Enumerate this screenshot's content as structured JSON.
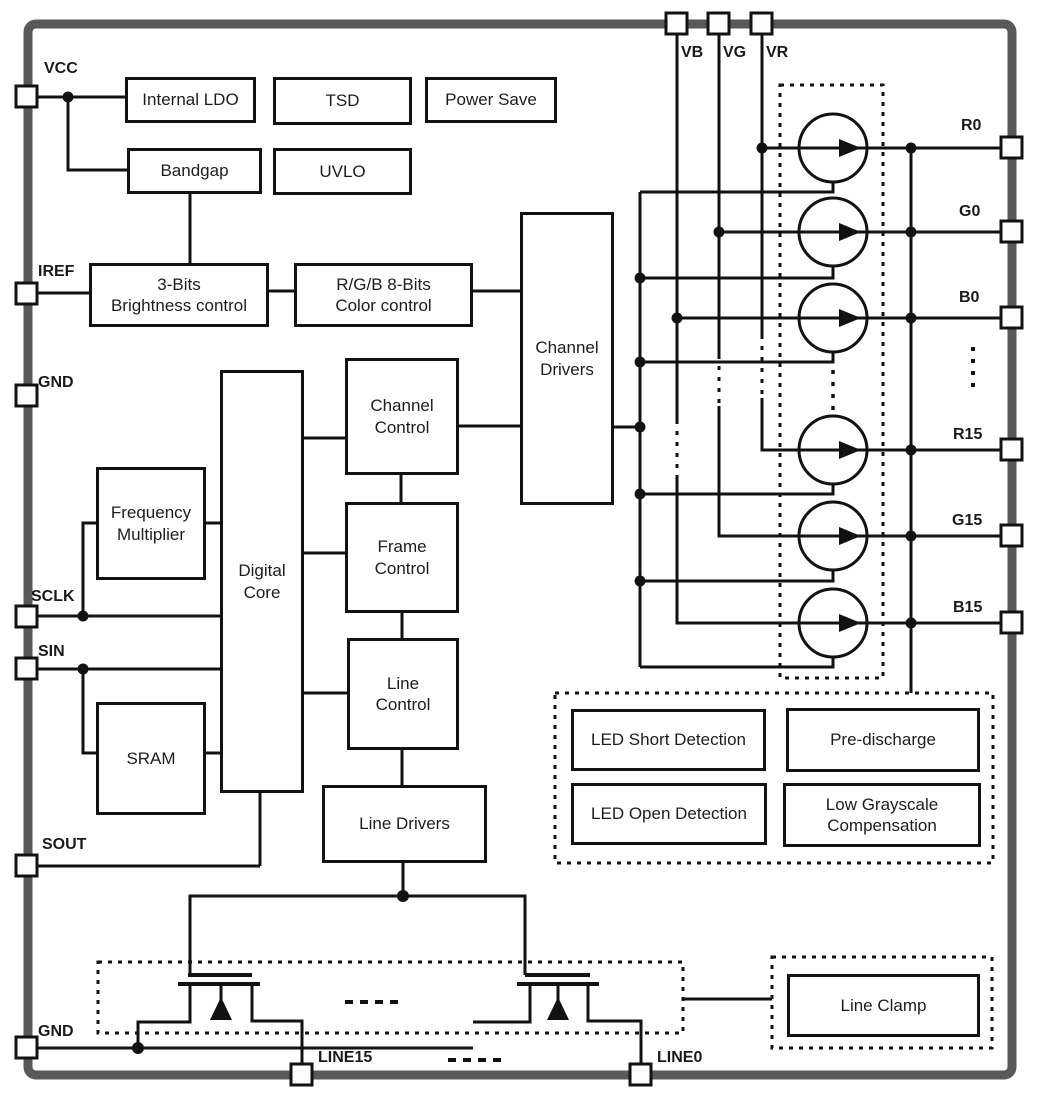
{
  "blocks": {
    "internal_ldo": "Internal LDO",
    "tsd": "TSD",
    "power_save": "Power Save",
    "bandgap": "Bandgap",
    "uvlo": "UVLO",
    "brightness": "3-Bits\nBrightness control",
    "color": "R/G/B 8-Bits\nColor control",
    "channel_drivers": "Channel\nDrivers",
    "digital_core": "Digital\nCore",
    "channel_control": "Channel\nControl",
    "frame_control": "Frame\nControl",
    "line_control": "Line\nControl",
    "freq_mult": "Frequency\nMultiplier",
    "sram": "SRAM",
    "line_drivers": "Line Drivers",
    "led_short": "LED Short Detection",
    "pre_discharge": "Pre-discharge",
    "led_open": "LED Open Detection",
    "low_gray": "Low Grayscale\nCompensation",
    "line_clamp": "Line Clamp"
  },
  "pins": {
    "vcc": "VCC",
    "iref": "IREF",
    "gnd_top": "GND",
    "sclk": "SCLK",
    "sin": "SIN",
    "sout": "SOUT",
    "gnd_bottom": "GND",
    "vb": "VB",
    "vg": "VG",
    "vr": "VR",
    "r0": "R0",
    "g0": "G0",
    "b0": "B0",
    "r15": "R15",
    "g15": "G15",
    "b15": "B15",
    "line15": "LINE15",
    "line0": "LINE0"
  },
  "colors": {
    "wire": "#121212",
    "chip_border": "#595959",
    "text": "#1d1d1d",
    "pin_fill": "#fcfcfc",
    "background": "#ffffff"
  }
}
